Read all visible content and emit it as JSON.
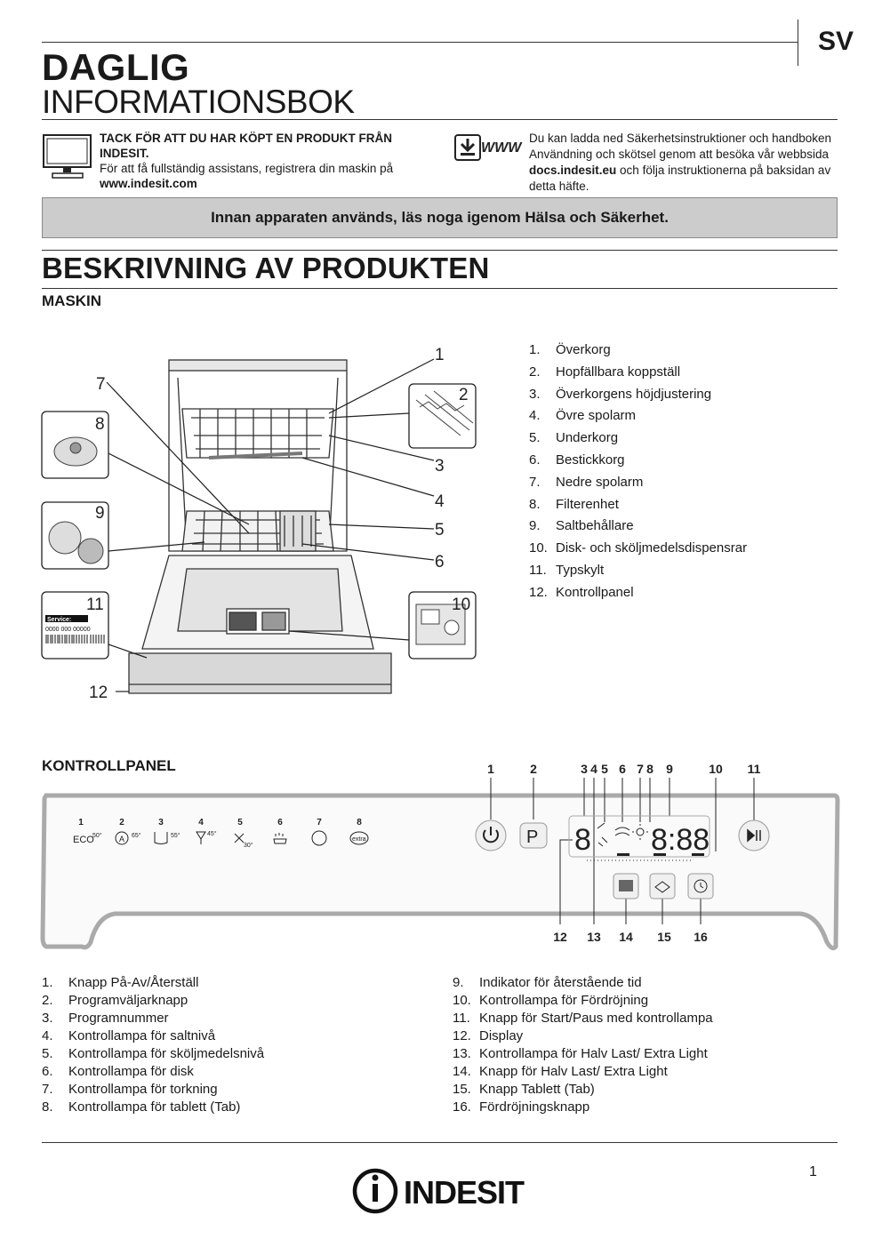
{
  "header": {
    "lang": "SV",
    "title_bold": "DAGLIG",
    "title_regular": "INFORMATIONSBOK"
  },
  "intro": {
    "left_bold": "TACK FÖR ATT DU HAR KÖPT EN PRODUKT FRÅN INDESIT.",
    "left_text": "För att få fullständig assistans, registrera din maskin på",
    "left_url": "www.indesit.com",
    "right_text_1": "Du kan ladda ned Säkerhetsinstruktioner och handboken Användning och skötsel genom att besöka vår webbsida",
    "right_url": "docs.indesit.eu",
    "right_text_2": "och följa instruktionerna på baksidan av detta häfte.",
    "www_label": "WWW"
  },
  "banner": "Innan apparaten används, läs noga igenom Hälsa och Säkerhet.",
  "section_title": "BESKRIVNING AV PRODUKTEN",
  "machine": {
    "heading": "MASKIN",
    "items": [
      {
        "n": "1.",
        "label": "Överkorg"
      },
      {
        "n": "2.",
        "label": "Hopfällbara koppställ"
      },
      {
        "n": "3.",
        "label": "Överkorgens höjdjustering"
      },
      {
        "n": "4.",
        "label": "Övre spolarm"
      },
      {
        "n": "5.",
        "label": "Underkorg"
      },
      {
        "n": "6.",
        "label": "Bestickkorg"
      },
      {
        "n": "7.",
        "label": "Nedre spolarm"
      },
      {
        "n": "8.",
        "label": "Filterenhet"
      },
      {
        "n": "9.",
        "label": "Saltbehållare"
      },
      {
        "n": "10.",
        "label": "Disk- och sköljmedelsdispensrar"
      },
      {
        "n": "11.",
        "label": "Typskylt"
      },
      {
        "n": "12.",
        "label": "Kontrollpanel"
      }
    ],
    "callouts": [
      "1",
      "2",
      "3",
      "4",
      "5",
      "6",
      "7",
      "8",
      "9",
      "10",
      "11",
      "12"
    ],
    "service_label": "Service:",
    "service_number": "0000 000 00000"
  },
  "control_panel": {
    "heading": "KONTROLLPANEL",
    "top_numbers": [
      "1",
      "2",
      "3",
      "4",
      "5",
      "6",
      "7",
      "8",
      "9",
      "10",
      "11"
    ],
    "bottom_numbers": [
      "12",
      "13",
      "14",
      "15",
      "16"
    ],
    "programs": [
      {
        "n": "1",
        "sym": "ECO",
        "temp": "50°"
      },
      {
        "n": "2",
        "sym": "A",
        "temp": "65°"
      },
      {
        "n": "3",
        "sym": "",
        "temp": "55°"
      },
      {
        "n": "4",
        "sym": "",
        "temp": "45°"
      },
      {
        "n": "5",
        "sym": "",
        "temp": "30°"
      },
      {
        "n": "6",
        "sym": "",
        "temp": ""
      },
      {
        "n": "7",
        "sym": "",
        "temp": ""
      },
      {
        "n": "8",
        "sym": "extra",
        "temp": ""
      }
    ],
    "display_digit": "8",
    "display_time": "8:88",
    "p_button": "P",
    "list_left": [
      {
        "n": "1.",
        "label": "Knapp På-Av/Återställ"
      },
      {
        "n": "2.",
        "label": "Programväljarknapp"
      },
      {
        "n": "3.",
        "label": "Programnummer"
      },
      {
        "n": "4.",
        "label": "Kontrollampa för saltnivå"
      },
      {
        "n": "5.",
        "label": "Kontrollampa för sköljmedelsnivå"
      },
      {
        "n": "6.",
        "label": "Kontrollampa för disk"
      },
      {
        "n": "7.",
        "label": "Kontrollampa för torkning"
      },
      {
        "n": "8.",
        "label": "Kontrollampa för tablett (Tab)"
      }
    ],
    "list_right": [
      {
        "n": "9.",
        "label": "Indikator för återstående tid"
      },
      {
        "n": "10.",
        "label": "Kontrollampa för Fördröjning"
      },
      {
        "n": "11.",
        "label": "Knapp för Start/Paus med kontrollampa"
      },
      {
        "n": "12.",
        "label": "Display"
      },
      {
        "n": "13.",
        "label": "Kontrollampa för Halv Last/ Extra Light"
      },
      {
        "n": "14.",
        "label": "Knapp för Halv Last/ Extra Light"
      },
      {
        "n": "15.",
        "label": "Knapp Tablett (Tab)"
      },
      {
        "n": "16.",
        "label": "Fördröjningsknapp"
      }
    ]
  },
  "footer": {
    "brand": "INDESIT",
    "page": "1"
  }
}
